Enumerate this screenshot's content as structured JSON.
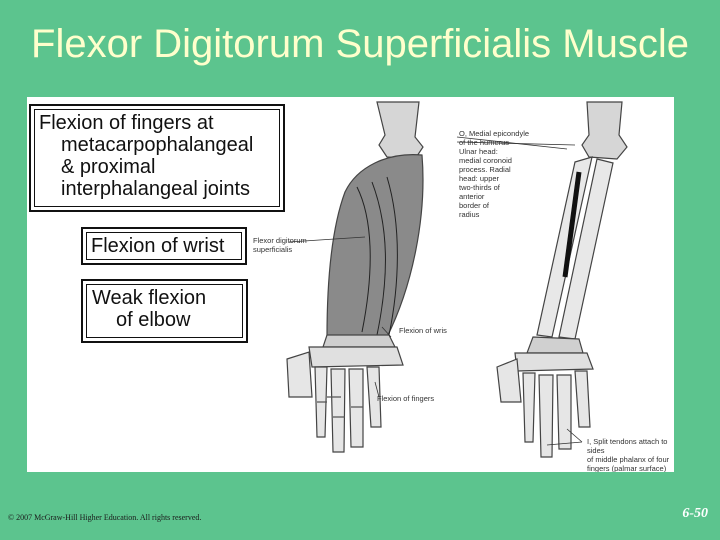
{
  "slide": {
    "title": "Flexor Digitorum Superficialis Muscle",
    "footer": "© 2007 McGraw-Hill Higher Education. All rights reserved.",
    "page_number": "6-50"
  },
  "callouts": {
    "action1_line1": "Flexion of fingers at",
    "action1_line2": "metacarpophalangeal",
    "action1_line3": "& proximal",
    "action1_line4": "interphalangeal joints",
    "action2": "Flexion of wrist",
    "action3_line1": "Weak flexion",
    "action3_line2": "of elbow"
  },
  "figure_labels": {
    "muscle_name_line1": "Flexor digitorum",
    "muscle_name_line2": "superficialis",
    "origin": [
      "O, Medial epicondyle",
      "of the humerus",
      "Ulnar head:",
      "medial coronoid",
      "process. Radial",
      "head: upper",
      "two-thirds of",
      "anterior",
      "border of",
      "radius"
    ],
    "flexion_wrist": "Flexion of wris",
    "flexion_fingers": "Flexion of fingers",
    "insertion": [
      "I, Split tendons attach to sides",
      "of middle phalanx of four",
      "fingers (palmar surface)"
    ]
  }
}
